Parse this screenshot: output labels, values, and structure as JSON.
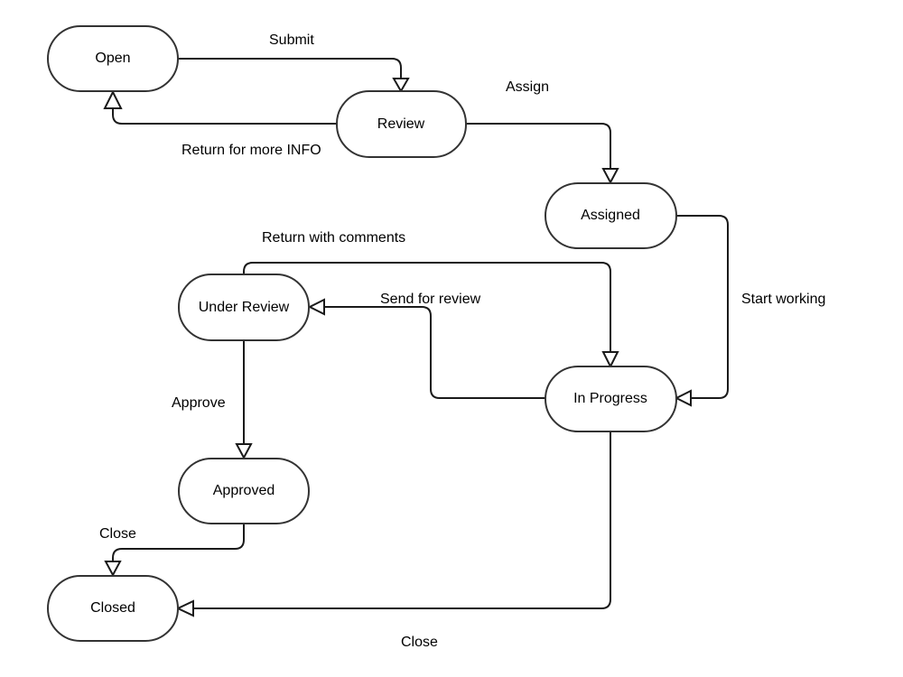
{
  "states": {
    "open": "Open",
    "review": "Review",
    "assigned": "Assigned",
    "under_review": "Under Review",
    "in_progress": "In Progress",
    "approved": "Approved",
    "closed": "Closed"
  },
  "transitions": {
    "submit": "Submit",
    "assign": "Assign",
    "return_more_info": "Return for more INFO",
    "return_with_comments": "Return with comments",
    "send_for_review": "Send for review",
    "start_working": "Start working",
    "approve": "Approve",
    "close_approved": "Close",
    "close_in_progress": "Close"
  }
}
